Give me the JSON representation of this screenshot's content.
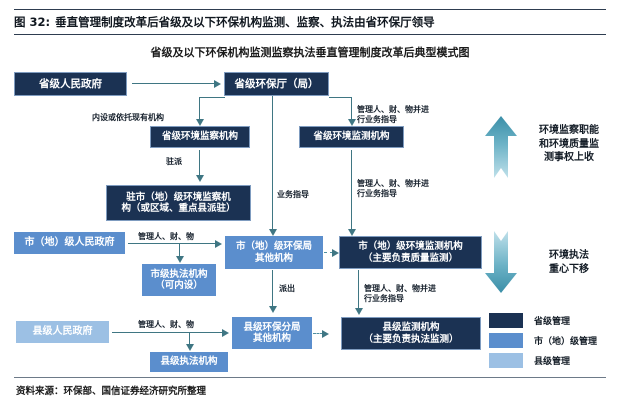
{
  "header": {
    "figure_label": "图 32:",
    "figure_title": "垂直管理制度改革后省级及以下环保机构监测、监察、执法由省环保厅领导"
  },
  "chart_title": "省级及以下环保机构监测监察执法垂直管理制度改革后典型模式图",
  "footer": {
    "source": "资料来源：环保部、国信证券经济研究所整理"
  },
  "colors": {
    "province": "#1b3253",
    "city": "#5b8ecd",
    "county": "#9cc0e4",
    "connector": "#3f7683",
    "arrow_gradient_top": "#3b8fa8",
    "arrow_gradient_bottom": "#bfe0ea"
  },
  "chart_data": {
    "type": "diagram",
    "title": "省级及以下环保机构监测监察执法垂直管理制度改革后典型模式图",
    "nodes": [
      {
        "id": "prov-gov",
        "label": "省级人民政府",
        "level": "province"
      },
      {
        "id": "prov-epb",
        "label": "省级环保厅（局）",
        "level": "province"
      },
      {
        "id": "prov-inspect",
        "label": "省级环境监察机构",
        "level": "province"
      },
      {
        "id": "prov-monitor",
        "label": "省级环境监测机构",
        "level": "province"
      },
      {
        "id": "city-inspect-station",
        "label": "驻市（地）级环境监察机\n构（或区域、重点县派驻）",
        "level": "province"
      },
      {
        "id": "city-gov",
        "label": "市（地）级人民政府",
        "level": "city"
      },
      {
        "id": "city-epb",
        "label": "市（地）级环保局\n其他机构",
        "level": "city"
      },
      {
        "id": "city-enforce",
        "label": "市级执法机构\n（可内设）",
        "level": "city"
      },
      {
        "id": "city-monitor",
        "label": "市（地）级环境监测机构\n（主要负责质量监测）",
        "level": "province"
      },
      {
        "id": "county-gov",
        "label": "县级人民政府",
        "level": "county"
      },
      {
        "id": "county-epb",
        "label": "县级环保分局\n其他机构",
        "level": "city"
      },
      {
        "id": "county-enforce",
        "label": "县级执法机构",
        "level": "city"
      },
      {
        "id": "county-monitor",
        "label": "县级监测机构\n（主要负责执法监测）",
        "level": "province"
      }
    ],
    "edges": [
      {
        "from": "prov-gov",
        "to": "prov-epb",
        "label": ""
      },
      {
        "from": "prov-epb",
        "to": "prov-inspect",
        "label": "内设或依托现有机构"
      },
      {
        "from": "prov-inspect",
        "to": "city-inspect-station",
        "label": "驻派"
      },
      {
        "from": "prov-epb",
        "to": "prov-monitor",
        "label": "管理人、财、物并进\n行业务指导"
      },
      {
        "from": "prov-epb",
        "to": "city-epb",
        "label": "业务指导"
      },
      {
        "from": "prov-monitor",
        "to": "city-monitor",
        "label": "管理人、财、物并进\n行业务指导"
      },
      {
        "from": "city-gov",
        "to": "city-epb",
        "label": "管理人、财、物"
      },
      {
        "from": "city-gov",
        "to": "city-enforce",
        "label": ""
      },
      {
        "from": "city-epb",
        "to": "city-monitor",
        "label": ""
      },
      {
        "from": "city-epb",
        "to": "county-epb",
        "label": "派出"
      },
      {
        "from": "city-monitor",
        "to": "county-monitor",
        "label": "管理人、财、物并进\n行业务指导"
      },
      {
        "from": "county-gov",
        "to": "county-epb",
        "label": "管理人、财、物"
      },
      {
        "from": "county-gov",
        "to": "county-enforce",
        "label": ""
      },
      {
        "from": "county-epb",
        "to": "county-monitor",
        "label": ""
      }
    ],
    "annotations": [
      {
        "id": "up-note",
        "direction": "up",
        "text": "环境监察职能\n和环境质量监\n测事权上收"
      },
      {
        "id": "down-note",
        "direction": "down",
        "text": "环境执法\n重心下移"
      }
    ],
    "legend": {
      "position": "bottom-right",
      "items": [
        {
          "label": "省级管理",
          "color": "#1b3253"
        },
        {
          "label": "市（地）级管理",
          "color": "#5b8ecd"
        },
        {
          "label": "县级管理",
          "color": "#9cc0e4"
        }
      ]
    }
  },
  "nodes": {
    "prov_gov": "省级人民政府",
    "prov_epb": "省级环保厅（局）",
    "prov_inspect": "省级环境监察机构",
    "prov_monitor": "省级环境监测机构",
    "city_inspect_station": "驻市（地）级环境监察机\n构（或区域、重点县派驻）",
    "city_gov": "市（地）级人民政府",
    "city_epb": "市（地）级环保局\n其他机构",
    "city_enforce": "市级执法机构\n（可内设）",
    "city_monitor": "市（地）级环境监测机构\n（主要负责质量监测）",
    "county_gov": "县级人民政府",
    "county_epb": "县级环保分局\n其他机构",
    "county_enforce": "县级执法机构",
    "county_monitor": "县级监测机构\n（主要负责执法监测）"
  },
  "edge_labels": {
    "neishe": "内设或依托现有机构",
    "zhupai": "驻派",
    "yewu_zhidao": "业务指导",
    "guanli_bingjin_1": "管理人、财、物并进\n行业务指导",
    "guanli_bingjin_2": "管理人、财、物并进\n行业务指导",
    "guanli_bingjin_3": "管理人、财、物并进\n行业务指导",
    "guanli_city": "管理人、财、物",
    "guanli_county": "管理人、财、物",
    "paichu": "派出"
  },
  "side_notes": {
    "up": "环境监察职能\n和环境质量监\n测事权上收",
    "down": "环境执法\n重心下移"
  },
  "legend": {
    "items": [
      {
        "label": "省级管理"
      },
      {
        "label": "市（地）级管理"
      },
      {
        "label": "县级管理"
      }
    ]
  }
}
